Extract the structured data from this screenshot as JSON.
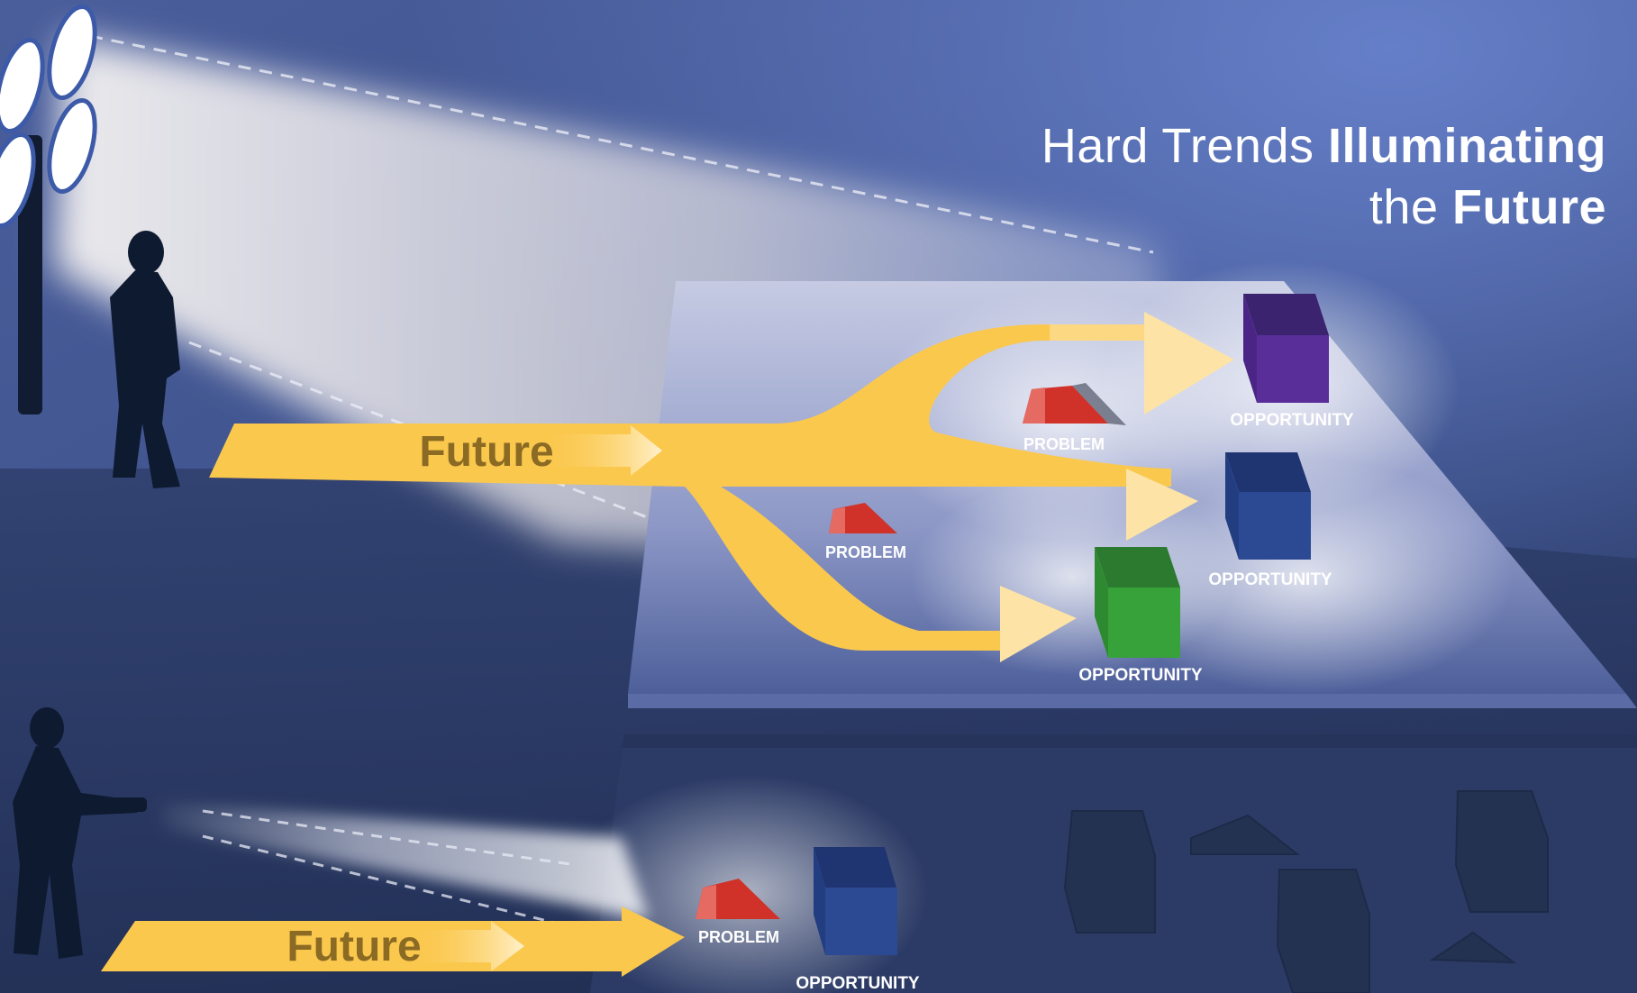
{
  "title": {
    "line1_light": "Hard Trends ",
    "line1_bold": "Illuminating",
    "line2_light": "the ",
    "line2_bold": "Future"
  },
  "scenarios": [
    {
      "name": "floodlight",
      "arrow_label": "Future",
      "items": [
        {
          "kind": "problem",
          "label": "PROBLEM"
        },
        {
          "kind": "problem",
          "label": "PROBLEM"
        },
        {
          "kind": "opportunity",
          "label": "OPPORTUNITY",
          "color": "#5a2e99"
        },
        {
          "kind": "opportunity",
          "label": "OPPORTUNITY",
          "color": "#2c4a94"
        },
        {
          "kind": "opportunity",
          "label": "OPPORTUNITY",
          "color": "#38a23a"
        }
      ]
    },
    {
      "name": "flashlight",
      "arrow_label": "Future",
      "items": [
        {
          "kind": "problem",
          "label": "PROBLEM"
        },
        {
          "kind": "opportunity",
          "label": "OPPORTUNITY",
          "color": "#2c4a94"
        }
      ]
    }
  ],
  "colors": {
    "sky_top": "#5b72b8",
    "sky_bottom": "#1e2c4e",
    "arrow": "#fbc84e",
    "arrow_text": "#8b6a24",
    "problem": "#d0322a",
    "label": "#ffffff",
    "silhouette": "#0e1a30"
  }
}
